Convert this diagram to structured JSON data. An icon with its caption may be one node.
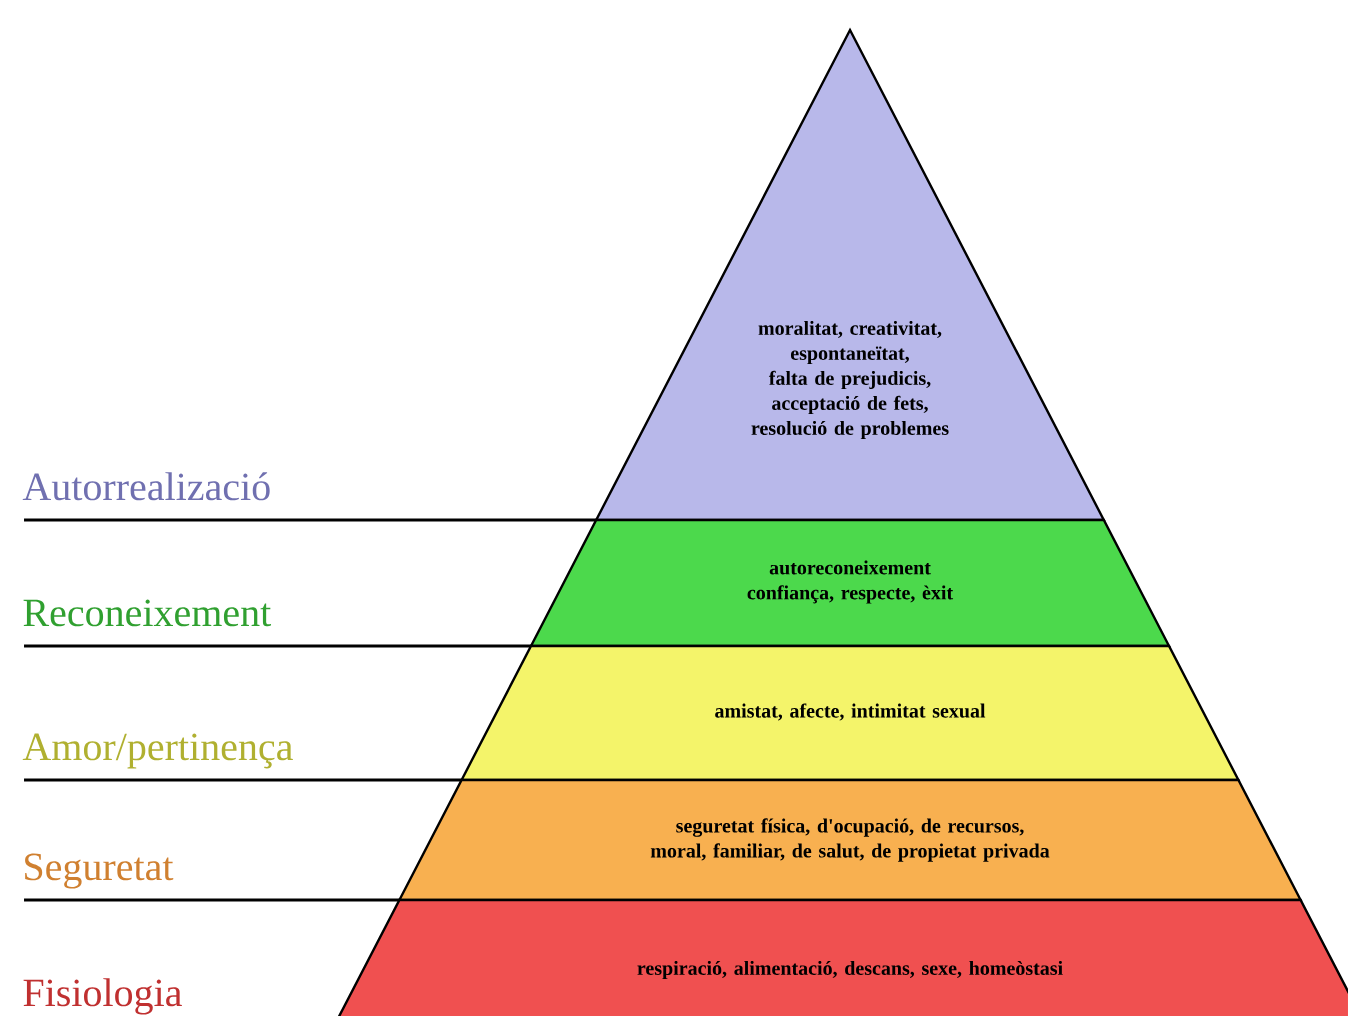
{
  "diagram": {
    "nodes": [
      {
        "text": [
          "moralitat, creativitat, espontaneïtat, falta de prejudicis, acceptació de fets, resolució de problemes"
        ]
      },
      {
        "text": [
          "autoreconeixement confiança, respecte, èxit"
        ]
      },
      {
        "text": [
          "amistat, afecte, intimitat sexual"
        ]
      },
      {
        "text": [
          "seguretat física, d'ocupació, de recursos, moral, familiar, de salut, de propietat privada"
        ]
      },
      {
        "text": [
          "respiració, alimentació, descans, sexe, homeòstasi"
        ]
      }
    ],
    "labels": [
      "Autorrealizació",
      "Reconeixement",
      "Amor/pertinença",
      "Seguretat",
      "Fisiologia"
    ]
  }
}
